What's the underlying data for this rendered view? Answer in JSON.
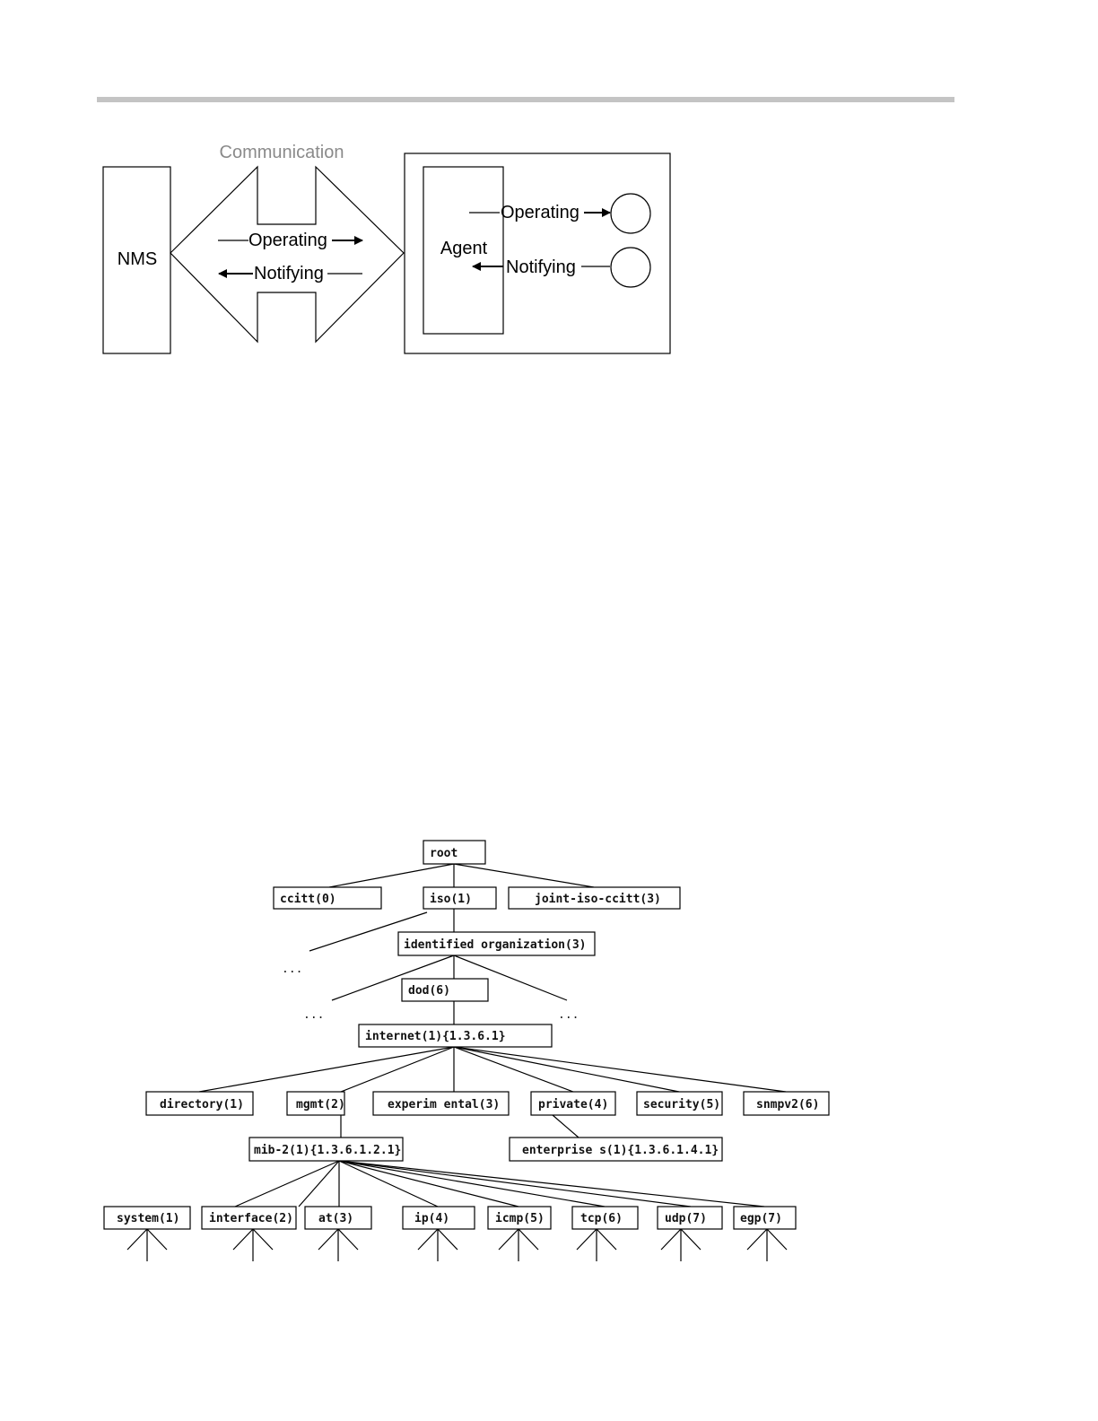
{
  "comm_diagram": {
    "communication_label": "Communication",
    "nms_label": "NMS",
    "agent_label": "Agent",
    "operating_label": "Operating",
    "notifying_label": "Notifying"
  },
  "mib_tree": {
    "root": "root",
    "ccitt": "ccitt(0)",
    "iso": "iso(1)",
    "joint": "joint-iso-ccitt(3)",
    "identified": "identified organization(3)",
    "dod": "dod(6)",
    "internet": "internet(1){1.3.6.1}",
    "directory": "directory(1)",
    "mgmt": "mgmt(2)",
    "experimental": "experim ental(3)",
    "private": "private(4)",
    "security": "security(5)",
    "snmpv2": "snmpv2(6)",
    "mib2": "mib-2(1){1.3.6.1.2.1}",
    "enterprises": "enterprise s(1){1.3.6.1.4.1}",
    "system": "system(1)",
    "interface": "interface(2)",
    "at": "at(3)",
    "ip": "ip(4)",
    "icmp": "icmp(5)",
    "tcp": "tcp(6)",
    "udp": "udp(7)",
    "egp": "egp(7)",
    "ellipsis": "..."
  }
}
